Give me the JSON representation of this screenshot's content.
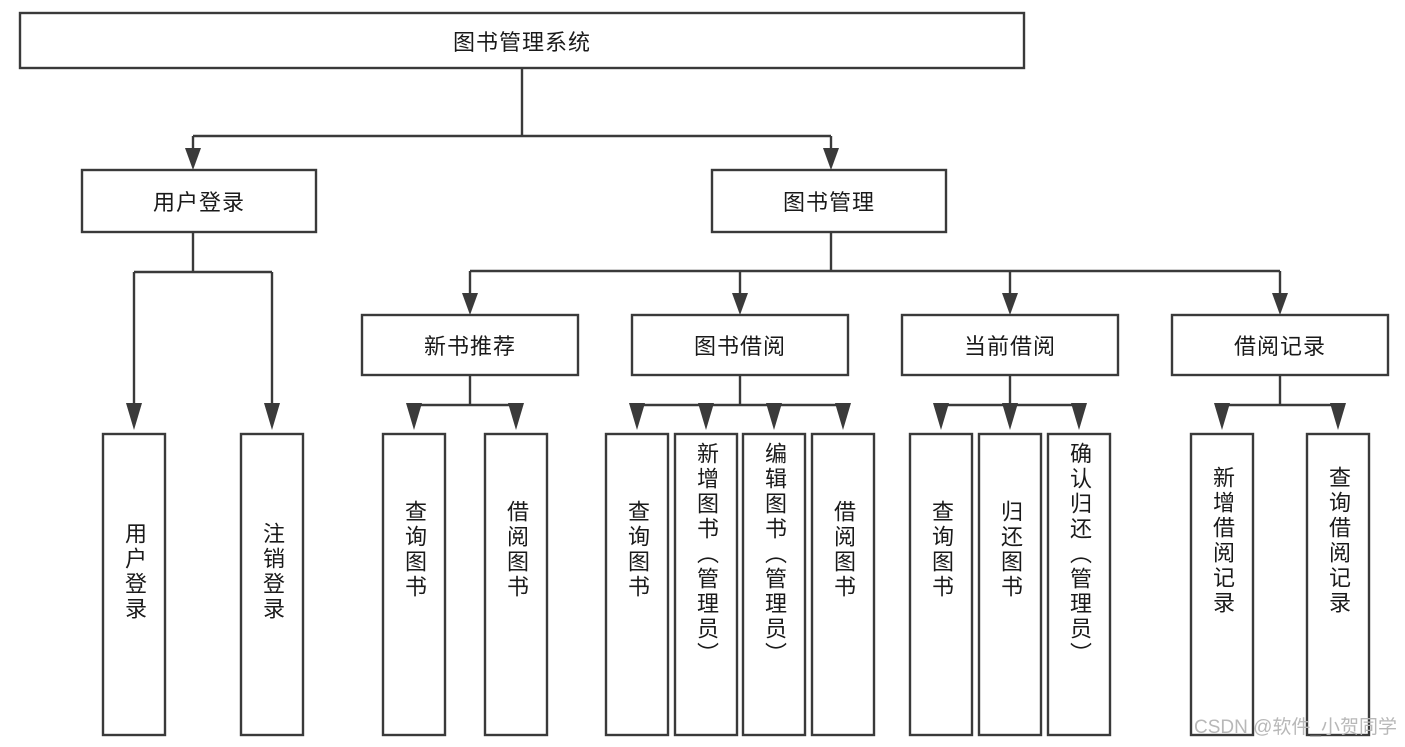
{
  "diagram": {
    "type": "tree-hierarchy",
    "title": "图书管理系统",
    "orientation": "top-down",
    "colors": {
      "box_stroke": "#3a3a3a",
      "box_fill": "#ffffff",
      "connector": "#3a3a3a",
      "text": "#1a1a1a",
      "watermark": "#b8b8b8",
      "background": "#ffffff"
    },
    "levels": {
      "root": {
        "label": "图书管理系统",
        "orientation": "horizontal"
      },
      "level2": [
        {
          "id": "user-login",
          "label": "用户登录",
          "orientation": "horizontal"
        },
        {
          "id": "book-management",
          "label": "图书管理",
          "orientation": "horizontal"
        }
      ],
      "level3": [
        {
          "id": "new-book-recommend",
          "label": "新书推荐",
          "orientation": "horizontal",
          "parent": "book-management"
        },
        {
          "id": "book-borrow",
          "label": "图书借阅",
          "orientation": "horizontal",
          "parent": "book-management"
        },
        {
          "id": "current-borrow",
          "label": "当前借阅",
          "orientation": "horizontal",
          "parent": "book-management"
        },
        {
          "id": "borrow-record",
          "label": "借阅记录",
          "orientation": "horizontal",
          "parent": "book-management"
        }
      ],
      "leaves": [
        {
          "id": "leaf-user-login",
          "label": "用户登录",
          "orientation": "vertical",
          "parent": "user-login"
        },
        {
          "id": "leaf-logout",
          "label": "注销登录",
          "orientation": "vertical",
          "parent": "user-login"
        },
        {
          "id": "leaf-query-book-1",
          "label": "查询图书",
          "orientation": "vertical",
          "parent": "new-book-recommend"
        },
        {
          "id": "leaf-borrow-book-1",
          "label": "借阅图书",
          "orientation": "vertical",
          "parent": "new-book-recommend"
        },
        {
          "id": "leaf-query-book-2",
          "label": "查询图书",
          "orientation": "vertical",
          "parent": "book-borrow"
        },
        {
          "id": "leaf-add-book",
          "label": "新增图书（管理员）",
          "orientation": "vertical",
          "parent": "book-borrow"
        },
        {
          "id": "leaf-edit-book",
          "label": "编辑图书（管理员）",
          "orientation": "vertical",
          "parent": "book-borrow"
        },
        {
          "id": "leaf-borrow-book-2",
          "label": "借阅图书",
          "orientation": "vertical",
          "parent": "book-borrow"
        },
        {
          "id": "leaf-query-book-3",
          "label": "查询图书",
          "orientation": "vertical",
          "parent": "current-borrow"
        },
        {
          "id": "leaf-return-book",
          "label": "归还图书",
          "orientation": "vertical",
          "parent": "current-borrow"
        },
        {
          "id": "leaf-confirm-return",
          "label": "确认归还（管理员）",
          "orientation": "vertical",
          "parent": "current-borrow"
        },
        {
          "id": "leaf-add-record",
          "label": "新增借阅记录",
          "orientation": "vertical",
          "parent": "borrow-record"
        },
        {
          "id": "leaf-query-record",
          "label": "查询借阅记录",
          "orientation": "vertical",
          "parent": "borrow-record"
        }
      ]
    }
  },
  "watermark": {
    "text": "CSDN @软件_小贺同学"
  }
}
